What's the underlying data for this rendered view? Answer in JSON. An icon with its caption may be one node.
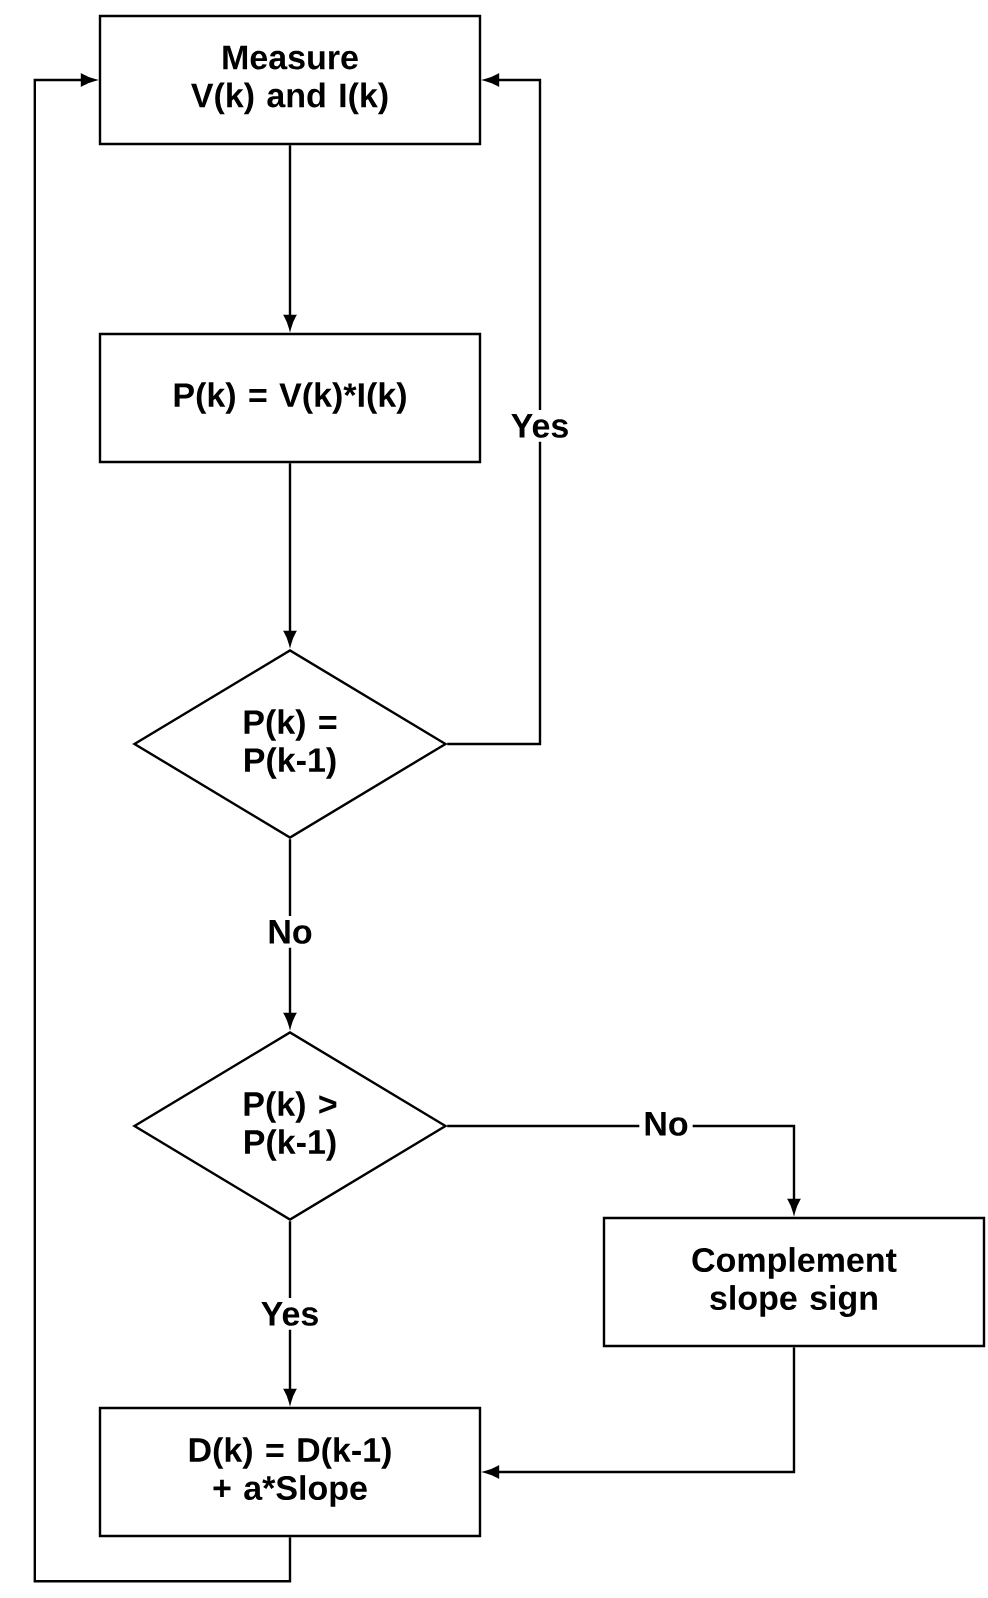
{
  "diagram": {
    "nodes": [
      {
        "text": [
          "Measure V(k) and I(k)"
        ]
      },
      {
        "text": [
          "P(k) = V(k)*I(k)"
        ]
      },
      {
        "text": [
          "P(k) = P(k-1)"
        ]
      },
      {
        "text": [
          "P(k) > P(k-1)"
        ]
      },
      {
        "text": [
          "Complement slope sign"
        ]
      },
      {
        "text": [
          "D(k) = D(k-1) + a*Slope"
        ]
      }
    ],
    "edges": [
      {
        "from": 0,
        "to": 1,
        "arrow": "to"
      },
      {
        "from": 1,
        "to": 2,
        "arrow": "to"
      },
      {
        "from": 2,
        "to": 0,
        "arrow": "to",
        "label": "Yes"
      },
      {
        "from": 2,
        "to": 3,
        "arrow": "to",
        "label": "No"
      },
      {
        "from": 3,
        "to": 4,
        "arrow": "to",
        "label": "No"
      },
      {
        "from": 3,
        "to": 5,
        "arrow": "to",
        "label": "Yes"
      },
      {
        "from": 4,
        "to": 5,
        "arrow": "to"
      },
      {
        "from": 5,
        "to": 0,
        "arrow": "to"
      }
    ]
  }
}
